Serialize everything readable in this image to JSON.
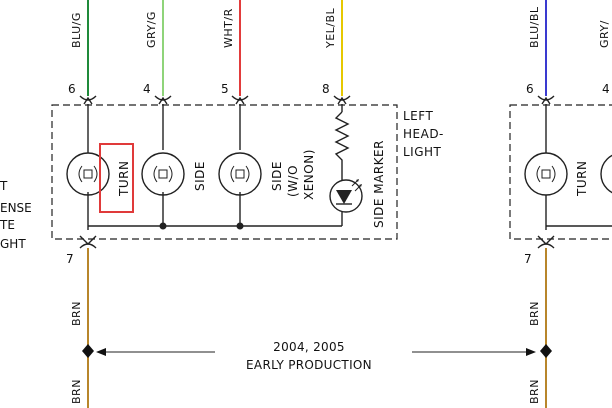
{
  "wires": {
    "blu_g": {
      "label": "BLU/G",
      "color": "#1f8a3a"
    },
    "gry_g": {
      "label": "GRY/G",
      "color": "#8fd47a"
    },
    "wht_r": {
      "label": "WHT/R",
      "color": "#e23b3b"
    },
    "yel_bl": {
      "label": "YEL/BL",
      "color": "#e6c800"
    },
    "right_blu_bl": {
      "label": "BLU/BL",
      "color": "#3a3ad0"
    },
    "right_gry": {
      "label": "GRY/",
      "color": "#8fd47a"
    },
    "brn": {
      "label": "BRN",
      "color": "#b8862b"
    }
  },
  "pins": {
    "p6": "6",
    "p4": "4",
    "p5": "5",
    "p8": "8",
    "p7": "7",
    "r6": "6",
    "r4": "4",
    "r7": "7"
  },
  "components": {
    "turn": "TURN",
    "side": "SIDE",
    "side2": "SIDE",
    "wo": "(W/O",
    "xenon": "XENON)",
    "side_marker": "SIDE MARKER",
    "right_turn": "TURN"
  },
  "headlight": {
    "line1": "LEFT",
    "line2": "HEAD-",
    "line3": "LIGHT"
  },
  "left_cut": {
    "line1": "T",
    "line2": "ENSE",
    "line3": "TE",
    "line4": "GHT"
  },
  "note": {
    "line1": "2004, 2005",
    "line2": "EARLY PRODUCTION"
  },
  "colors": {
    "highlight": "#e03a3a"
  }
}
